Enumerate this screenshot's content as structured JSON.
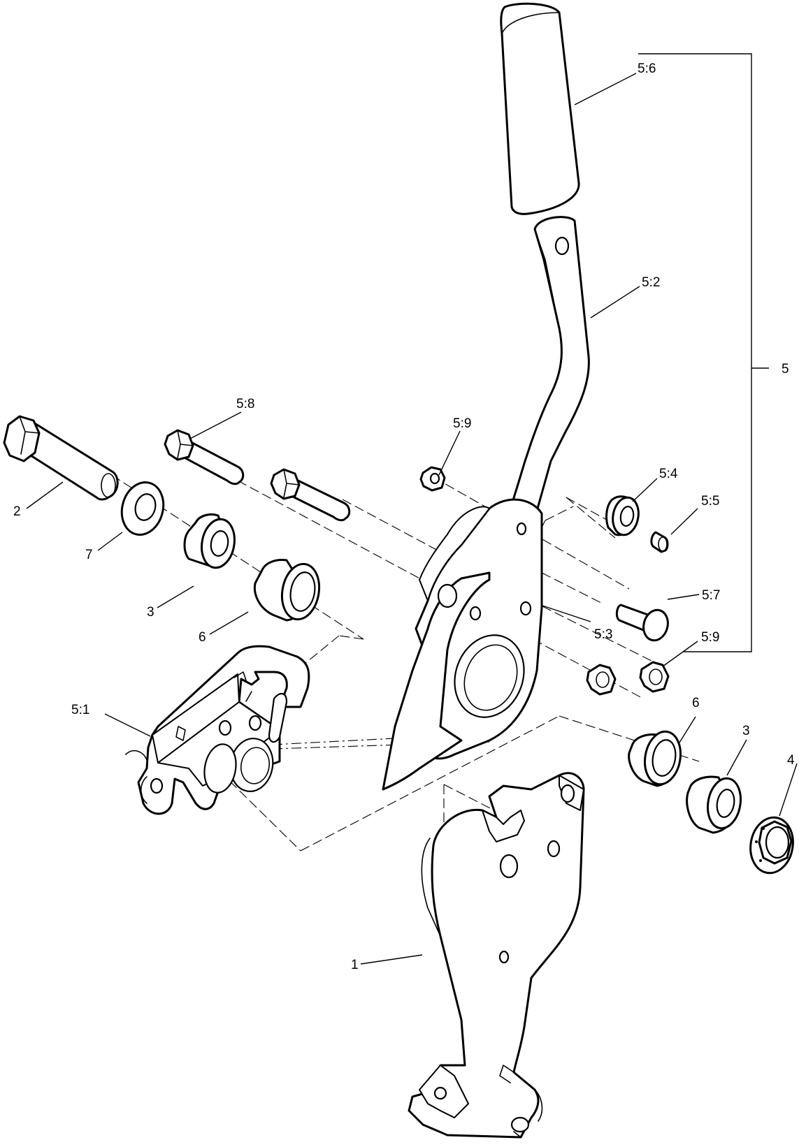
{
  "diagram": {
    "callouts": [
      {
        "id": "c-5-6",
        "text": "5:6"
      },
      {
        "id": "c-5-2",
        "text": "5:2"
      },
      {
        "id": "c-5",
        "text": "5"
      },
      {
        "id": "c-5-8",
        "text": "5:8"
      },
      {
        "id": "c-5-9-top",
        "text": "5:9"
      },
      {
        "id": "c-5-4",
        "text": "5:4"
      },
      {
        "id": "c-5-5",
        "text": "5:5"
      },
      {
        "id": "c-2",
        "text": "2"
      },
      {
        "id": "c-7",
        "text": "7"
      },
      {
        "id": "c-3-left",
        "text": "3"
      },
      {
        "id": "c-5-7",
        "text": "5:7"
      },
      {
        "id": "c-6-left",
        "text": "6"
      },
      {
        "id": "c-5-3",
        "text": "5:3"
      },
      {
        "id": "c-5-9-bottom",
        "text": "5:9"
      },
      {
        "id": "c-5-1",
        "text": "5:1"
      },
      {
        "id": "c-6-right",
        "text": "6"
      },
      {
        "id": "c-3-right",
        "text": "3"
      },
      {
        "id": "c-4",
        "text": "4"
      },
      {
        "id": "c-1",
        "text": "1"
      }
    ]
  }
}
